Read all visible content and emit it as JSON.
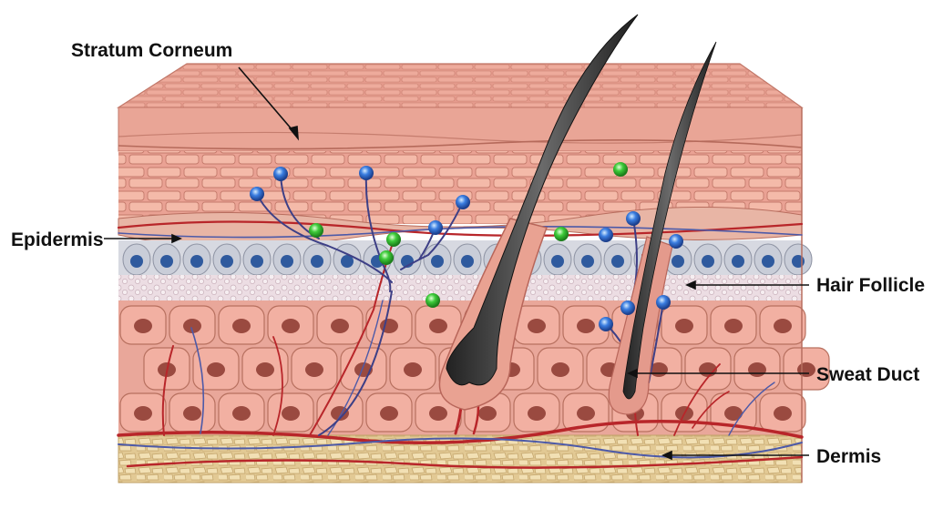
{
  "labels": {
    "stratum_corneum": "Stratum Corneum",
    "epidermis": "Epidermis",
    "hair_follicle": "Hair Follicle",
    "sweat_duct": "Sweat Duct",
    "dermis": "Dermis"
  },
  "colors": {
    "skin_surface": "#e8a599",
    "skin_mid": "#f0b5a6",
    "cell_fill": "#f2b0a2",
    "cell_stroke": "#b7705f",
    "nucleus": "#9a4a40",
    "basal_cell": "#c9cdd8",
    "basal_nucleus": "#2f5a9e",
    "granular_layer": "#ead8de",
    "dermis_base": "#e8d3a3",
    "hair": "#3a3a3a",
    "vessel_red": "#b8262a",
    "vessel_blue": "#4d5aa8",
    "receptor_blue": "#3a7de0",
    "receptor_green": "#3ecb3a"
  },
  "icons": [
    "hair-shaft-icon",
    "nerve-receptor-icon",
    "blood-vessel-icon"
  ]
}
